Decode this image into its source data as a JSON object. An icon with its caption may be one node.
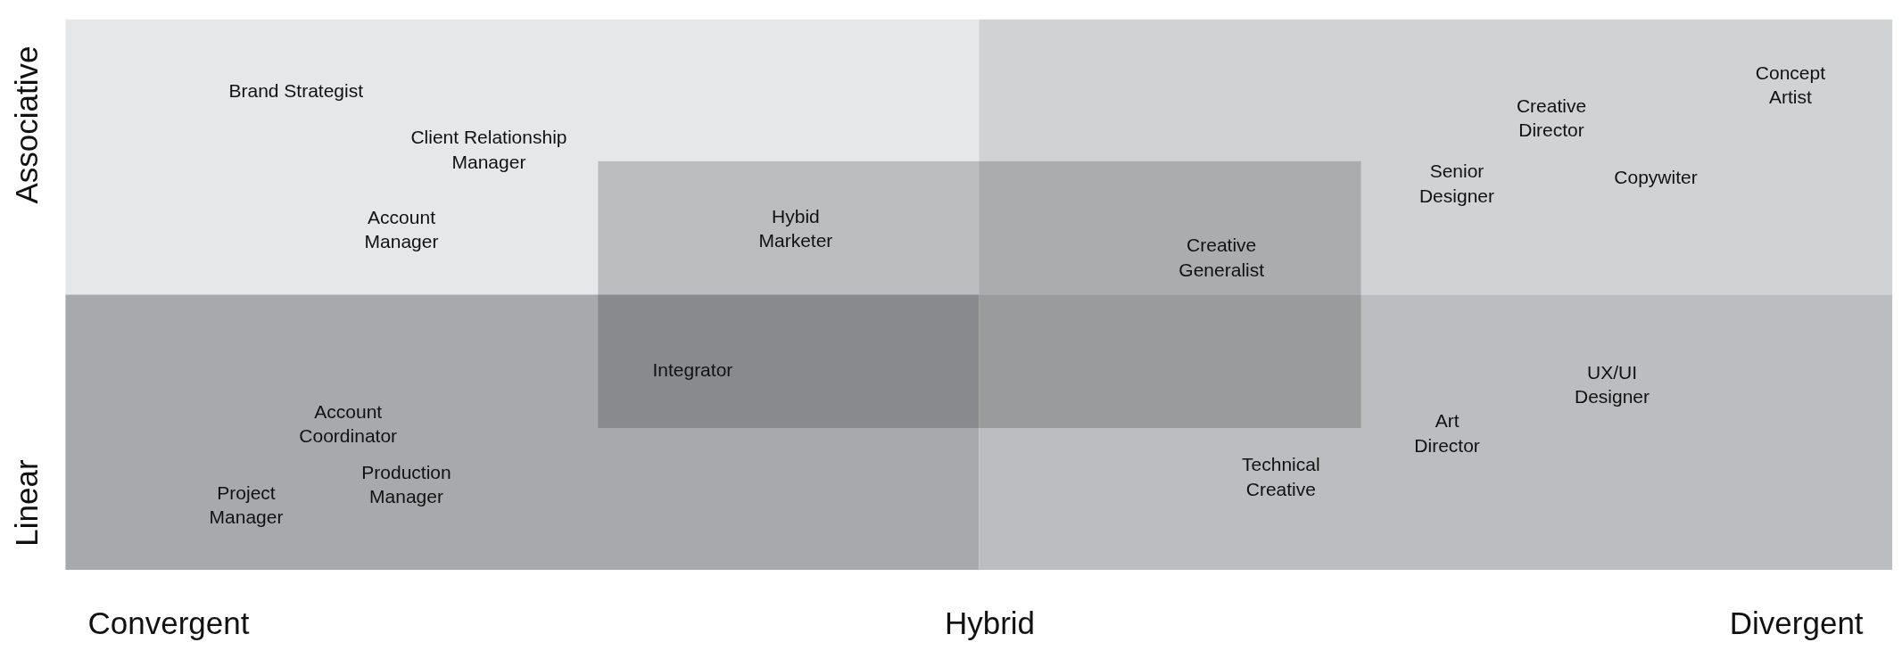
{
  "diagram": {
    "labels": [
      "Associative",
      "Brand Strategist",
      "Concept Artist",
      "Creative Director",
      "Client Relationship Manager",
      "Senior Designer",
      "Copywiter",
      "Account Manager",
      "Hybid Marketer",
      "Creative Generalist",
      "Integrator",
      "UX/UI Designer",
      "Account Coordinator",
      "Art Director",
      "Linear",
      "Production Manager",
      "Technical Creative",
      "Project Manager",
      "Convergent",
      "Hybrid",
      "Divergent"
    ]
  }
}
